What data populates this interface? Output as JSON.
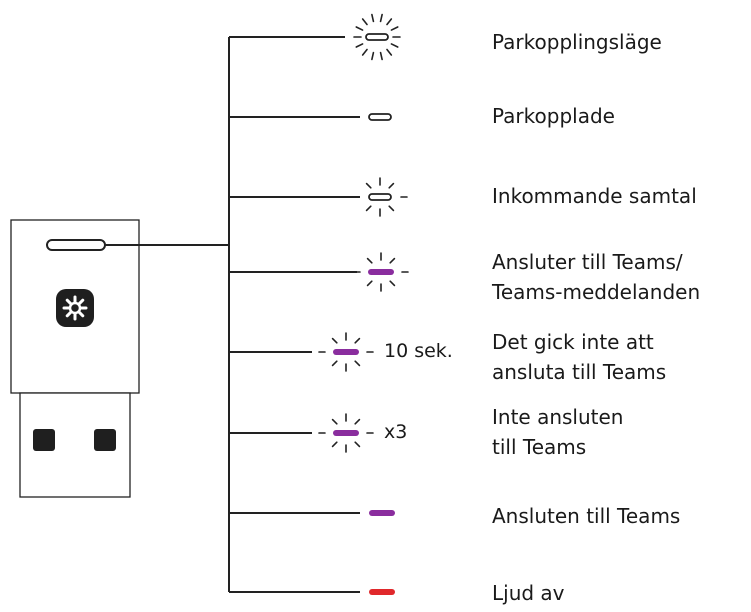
{
  "colors": {
    "line": "#222222",
    "led_white": "#ffffff",
    "led_purple": "#8a2d9e",
    "led_red": "#e0282b",
    "logo": "#1f1f1f"
  },
  "device": {
    "logo_icon": "teams-logo-icon",
    "connector_icon": "usb-connector-icon"
  },
  "states": [
    {
      "label": "Parkopplingsläge",
      "led": "white",
      "pattern": "fast-blink"
    },
    {
      "label": "Parkopplade",
      "led": "white",
      "pattern": "steady"
    },
    {
      "label": "Inkommande samtal",
      "led": "white",
      "pattern": "slow-blink"
    },
    {
      "label": "Ansluter till Teams/\nTeams-meddelanden",
      "led": "purple",
      "pattern": "slow-blink"
    },
    {
      "label": "Det gick inte att\nansluta till Teams",
      "led": "purple",
      "pattern": "slow-blink",
      "note": "10 sek."
    },
    {
      "label": "Inte ansluten\ntill Teams",
      "led": "purple",
      "pattern": "slow-blink",
      "note": "x3"
    },
    {
      "label": "Ansluten till Teams",
      "led": "purple",
      "pattern": "steady"
    },
    {
      "label": "Ljud av",
      "led": "red",
      "pattern": "steady"
    }
  ]
}
